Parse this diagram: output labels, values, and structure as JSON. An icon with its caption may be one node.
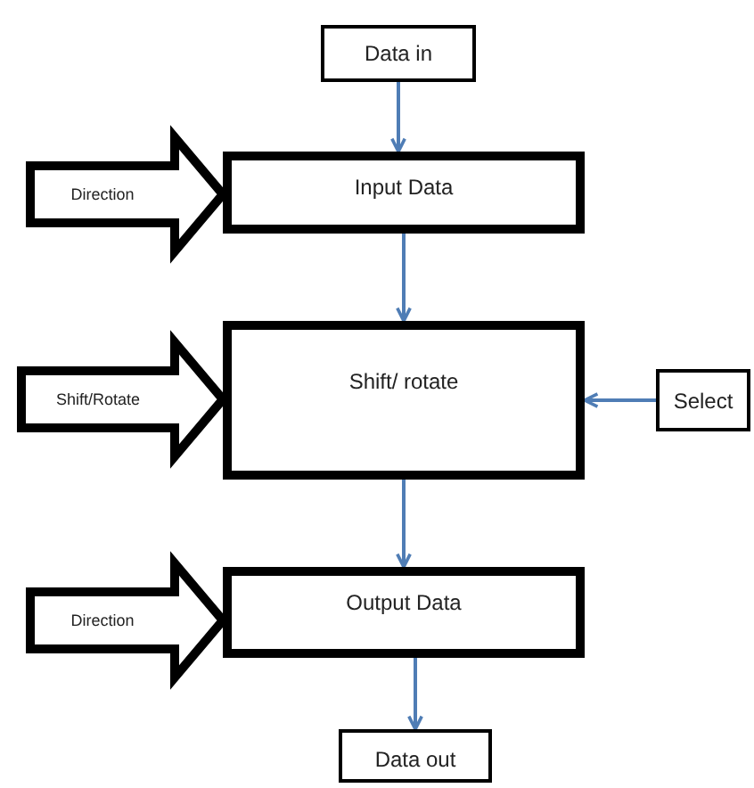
{
  "diagram": {
    "nodes": [
      {
        "text": [
          "Data in"
        ]
      },
      {
        "text": [
          "Input Data"
        ]
      },
      {
        "text": [
          "Shift/ rotate"
        ]
      },
      {
        "text": [
          "Select"
        ]
      },
      {
        "text": [
          "Output Data"
        ]
      },
      {
        "text": [
          "Data out"
        ]
      }
    ],
    "edges": [
      {
        "from": 0,
        "to": 1,
        "arrow": "to"
      },
      {
        "from": 1,
        "to": 2,
        "arrow": "to"
      },
      {
        "from": 2,
        "to": 4,
        "arrow": "to"
      },
      {
        "from": 4,
        "to": 5,
        "arrow": "to"
      },
      {
        "from": 3,
        "to": 2,
        "arrow": "to"
      },
      {
        "from": null,
        "to": 1,
        "arrow": "to",
        "label": "Direction",
        "style": "thick",
        "color": "#000000"
      },
      {
        "from": null,
        "to": 2,
        "arrow": "to",
        "label": "Shift/Rotate",
        "style": "thick",
        "color": "#000000"
      },
      {
        "from": null,
        "to": 4,
        "arrow": "to",
        "label": "Direction",
        "style": "thick",
        "color": "#000000"
      }
    ]
  }
}
